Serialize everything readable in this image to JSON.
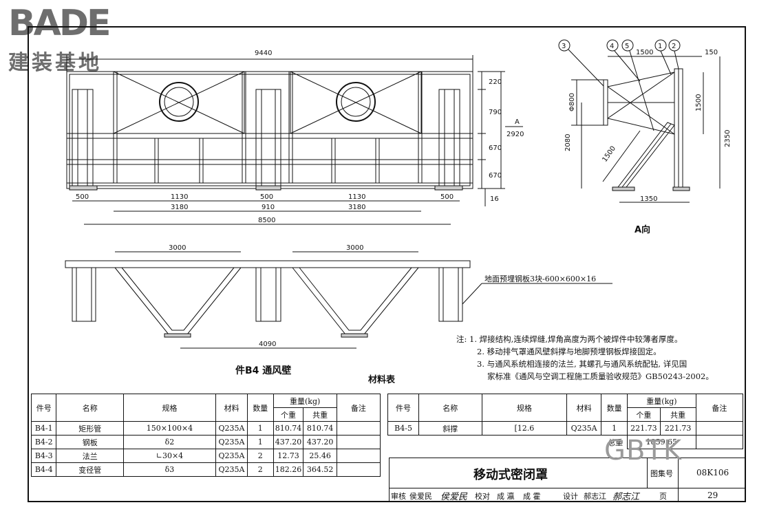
{
  "logo": {
    "brand": "BADE",
    "subtitle": "建装基地"
  },
  "front_view": {
    "dims_top": "9440",
    "dims_right": [
      "220",
      "790",
      "670",
      "670"
    ],
    "dim_total_height": "2920",
    "dim_base": "16",
    "view_marker": "A",
    "dims_bottom_row1": [
      "500",
      "1130",
      "500",
      "1130",
      "500"
    ],
    "dims_bottom_row2": [
      "3180",
      "910",
      "3180"
    ],
    "dim_overall": "8500"
  },
  "side_view": {
    "callouts": [
      "3",
      "4",
      "5",
      "1",
      "2"
    ],
    "dim_1500_top": "1500",
    "dim_150": "150",
    "dim_dia": "Φ800",
    "dim_1500_right": "1500",
    "dim_2080": "2080",
    "dim_2350": "2350",
    "dim_1500_diag": "1500",
    "dim_1350": "1350",
    "caption": "A向"
  },
  "plan_view": {
    "dim_left": "3000",
    "dim_right": "3000",
    "dim_bottom": "4090",
    "leader_note": "地面预埋钢板3块-600×600×16"
  },
  "captions": {
    "part": "件B4  通风壁",
    "table": "材料表"
  },
  "notes": [
    "注: 1.  焊接结构,连续焊缝,焊角高度为两个被焊件中较薄者厚度。",
    "2.  移动排气罩通风壁斜撑与地脚预埋钢板焊接固定。",
    "3.  与通风系统相连接的法兰, 其螺孔与通风系统配钻, 详见国",
    "家标准《通风与空调工程施工质量验收规范》GB50243-2002。"
  ],
  "table_left": {
    "headers": {
      "no": "件号",
      "name": "名称",
      "spec": "规格",
      "material": "材料",
      "qty": "数量",
      "weight": "重量(kg)",
      "unit": "个重",
      "total": "共重",
      "remark": "备注"
    },
    "rows": [
      {
        "no": "B4-1",
        "name": "矩形管",
        "spec": "150×100×4",
        "material": "Q235A",
        "qty": "1",
        "unit": "810.74",
        "total": "810.74"
      },
      {
        "no": "B4-2",
        "name": "钢板",
        "spec": "δ2",
        "material": "Q235A",
        "qty": "1",
        "unit": "437.20",
        "total": "437.20"
      },
      {
        "no": "B4-3",
        "name": "法兰",
        "spec": "∟30×4",
        "material": "Q235A",
        "qty": "2",
        "unit": "12.73",
        "total": "25.46"
      },
      {
        "no": "B4-4",
        "name": "变径管",
        "spec": "δ3",
        "material": "Q235A",
        "qty": "2",
        "unit": "182.26",
        "total": "364.52"
      }
    ]
  },
  "table_right": {
    "headers": {
      "no": "件号",
      "name": "名称",
      "spec": "规格",
      "material": "材料",
      "qty": "数量",
      "weight": "重量(kg)",
      "unit": "个重",
      "total": "共重",
      "remark": "备注"
    },
    "rows": [
      {
        "no": "B4-5",
        "name": "斜撑",
        "spec": "[12.6",
        "material": "Q235A",
        "qty": "1",
        "unit": "221.73",
        "total": "221.73"
      }
    ],
    "total_label": "总重",
    "total_value": "1859.65"
  },
  "title_block": {
    "title": "移动式密闭罩",
    "atlas_label": "图集号",
    "atlas_no": "08K106",
    "review": "审核",
    "reviewer": "侯爱民",
    "review_sign": "侯爱民",
    "check": "校对",
    "checker": "成  瀛",
    "check_sign": "成  霍",
    "design": "设计",
    "designer": "郝志江",
    "design_sign": "郝志江",
    "page_label": "页",
    "page_no": "29"
  },
  "watermark": "GBTK"
}
